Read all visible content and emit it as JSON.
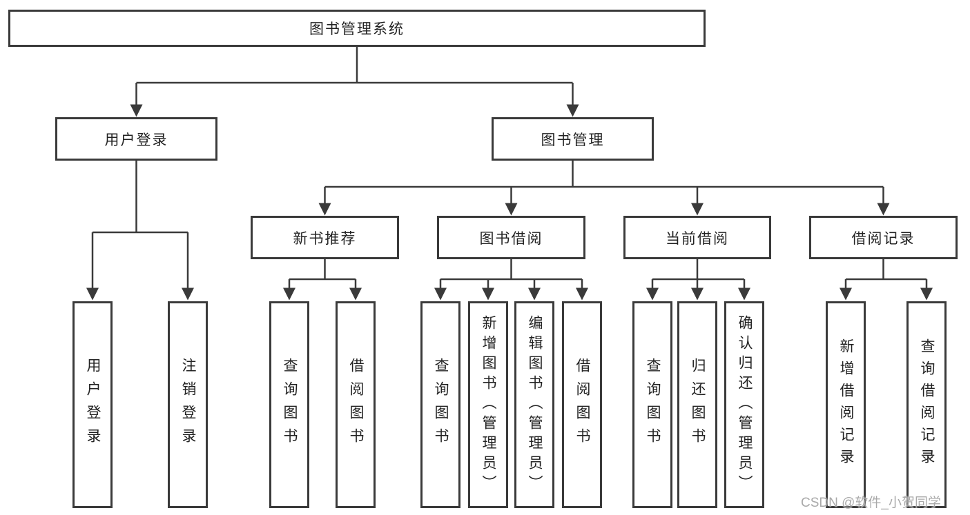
{
  "nodes": {
    "root": {
      "label": "图书管理系统"
    },
    "level2": [
      {
        "label": "用户登录"
      },
      {
        "label": "图书管理"
      }
    ],
    "level3": [
      {
        "label": "新书推荐"
      },
      {
        "label": "图书借阅"
      },
      {
        "label": "当前借阅"
      },
      {
        "label": "借阅记录"
      }
    ],
    "leaves": {
      "login": [
        {
          "label": "用户登录"
        },
        {
          "label": "注销登录"
        }
      ],
      "newbook": [
        {
          "label": "查询图书"
        },
        {
          "label": "借阅图书"
        }
      ],
      "borrow": [
        {
          "label": "查询图书"
        },
        {
          "label": "新增图书（管理员）"
        },
        {
          "label": "编辑图书（管理员）"
        },
        {
          "label": "借阅图书"
        }
      ],
      "current": [
        {
          "label": "查询图书"
        },
        {
          "label": "归还图书"
        },
        {
          "label": "确认归还（管理员）"
        }
      ],
      "records": [
        {
          "label": "新增借阅记录"
        },
        {
          "label": "查询借阅记录"
        }
      ]
    }
  },
  "watermark": {
    "text": "CSDN @软件_小贺同学"
  },
  "colors": {
    "line": "#3a3a3a",
    "text": "#222222",
    "watermark": "#a0a0a0",
    "background": "#ffffff"
  }
}
